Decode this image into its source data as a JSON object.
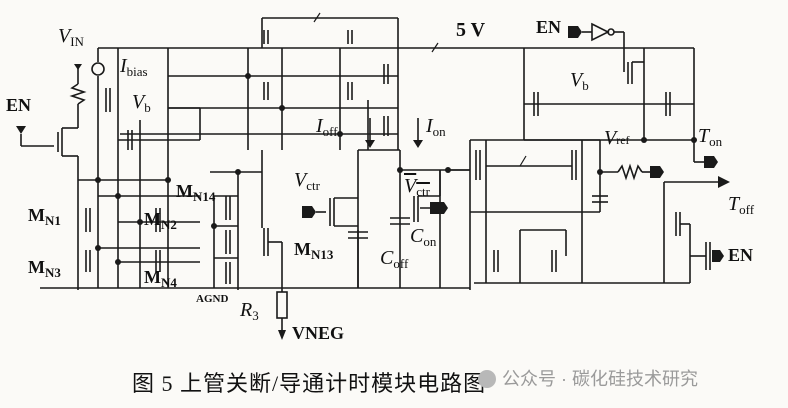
{
  "labels": {
    "vin": "V",
    "vin_sub": "IN",
    "ibias": "I",
    "ibias_sub": "bias",
    "vb_left": "V",
    "vb_left_sub": "b",
    "en_left": "EN",
    "supply": "5 V",
    "en_top": "EN",
    "vb_right": "V",
    "vb_right_sub": "b",
    "ioff": "I",
    "ioff_sub": "off",
    "ion": "I",
    "ion_sub": "on",
    "vref": "V",
    "vref_sub": "ref",
    "ton": "T",
    "ton_sub": "on",
    "toff": "T",
    "toff_sub": "off",
    "vctr": "V",
    "vctr_sub": "ctr",
    "vctr_bar": "V",
    "vctr_bar_sub": "ctr",
    "con": "C",
    "con_sub": "on",
    "coff": "C",
    "coff_sub": "off",
    "mn1": "M",
    "mn1_sub": "N1",
    "mn2": "M",
    "mn2_sub": "N2",
    "mn3": "M",
    "mn3_sub": "N3",
    "mn4": "M",
    "mn4_sub": "N4",
    "mn13": "M",
    "mn13_sub": "N13",
    "mn14": "M",
    "mn14_sub": "N14",
    "agnd": "AGND",
    "r3": "R",
    "r3_sub": "3",
    "vneg": "VNEG",
    "en_right": "EN"
  },
  "caption": "图 5   上管关断/导通计时模块电路图",
  "watermark": "公众号 · 碳化硅技术研究"
}
